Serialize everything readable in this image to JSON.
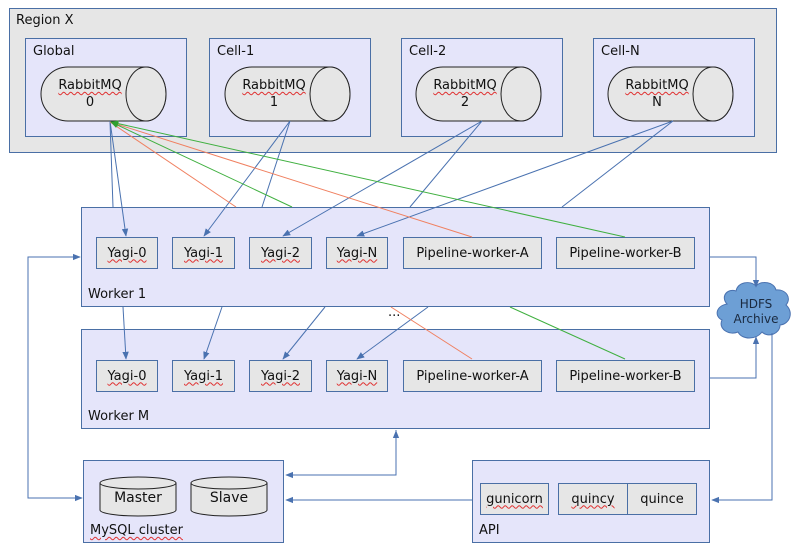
{
  "region": {
    "title": "Region X",
    "cells": [
      {
        "title": "Global",
        "queue_name": "RabbitMQ",
        "queue_id": "0"
      },
      {
        "title": "Cell-1",
        "queue_name": "RabbitMQ",
        "queue_id": "1"
      },
      {
        "title": "Cell-2",
        "queue_name": "RabbitMQ",
        "queue_id": "2"
      },
      {
        "title": "Cell-N",
        "queue_name": "RabbitMQ",
        "queue_id": "N"
      }
    ]
  },
  "workers": [
    {
      "title": "Worker 1",
      "processes": [
        "Yagi-0",
        "Yagi-1",
        "Yagi-2",
        "Yagi-N",
        "Pipeline-worker-A",
        "Pipeline-worker-B"
      ]
    },
    {
      "title": "Worker M",
      "processes": [
        "Yagi-0",
        "Yagi-1",
        "Yagi-2",
        "Yagi-N",
        "Pipeline-worker-A",
        "Pipeline-worker-B"
      ]
    }
  ],
  "ellipsis": "...",
  "hdfs": {
    "line1": "HDFS",
    "line2": "Archive"
  },
  "mysql": {
    "title": "MySQL cluster",
    "nodes": [
      "Master",
      "Slave"
    ]
  },
  "api": {
    "title": "API",
    "components": [
      "gunicorn",
      "quincy",
      "quince"
    ]
  },
  "colors": {
    "border_blue": "#4a6fa5",
    "arrow_blue": "#4a72b0",
    "edge_orange": "#f08060",
    "edge_green": "#40b040",
    "container_fill": "#e5e5fa",
    "region_fill": "#e6e6e6",
    "cloud_fill": "#6d9fd5"
  }
}
